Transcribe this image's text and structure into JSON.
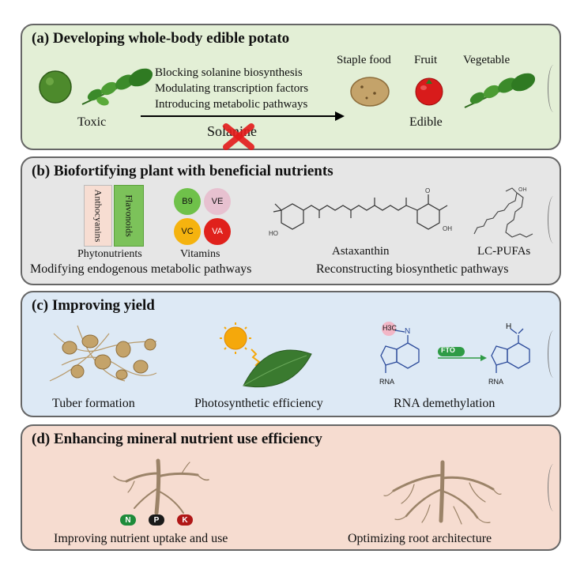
{
  "panel_a": {
    "title": "(a) Developing whole-body edible potato",
    "strategies": [
      "Blocking solanine biosynthesis",
      "Modulating transcription factors",
      "Introducing metabolic pathways"
    ],
    "toxic_label": "Toxic",
    "solanine_label": "Solanine",
    "edible_label": "Edible",
    "staple_label": "Staple food",
    "fruit_label": "Fruit",
    "vegetable_label": "Vegetable"
  },
  "panel_b": {
    "title": "(b) Biofortifying plant with beneficial nutrients",
    "anthocyanins": "Anthocyanins",
    "flavonoids": "Flavonoids",
    "phytonutrients": "Phytonutrients",
    "vitamins_label": "Vitamins",
    "vitamins": [
      {
        "name": "B9",
        "color": "#6fc14a"
      },
      {
        "name": "VE",
        "color": "#e7c1d0"
      },
      {
        "name": "VC",
        "color": "#f5b30f"
      },
      {
        "name": "VA",
        "color": "#e0211c"
      }
    ],
    "astaxanthin": "Astaxanthin",
    "lcpufas": "LC-PUFAs",
    "modifying": "Modifying endogenous metabolic pathways",
    "reconstructing": "Reconstructing biosynthetic pathways"
  },
  "panel_c": {
    "title": "(c) Improving  yield",
    "tuber": "Tuber formation",
    "photo": "Photosynthetic efficiency",
    "rna": "RNA demethylation",
    "fto": "FTO",
    "rna_small_1": "RNA",
    "rna_small_2": "RNA",
    "h3c": "H3C",
    "n_label": "N",
    "h_label": "H"
  },
  "panel_d": {
    "title": "(d) Enhancing mineral nutrient use efficiency",
    "nutrients": [
      {
        "name": "N",
        "color": "#1e8b3a"
      },
      {
        "name": "P",
        "color": "#1a1a1a"
      },
      {
        "name": "K",
        "color": "#b01717"
      }
    ],
    "uptake": "Improving nutrient uptake and use",
    "root": "Optimizing root architecture"
  }
}
